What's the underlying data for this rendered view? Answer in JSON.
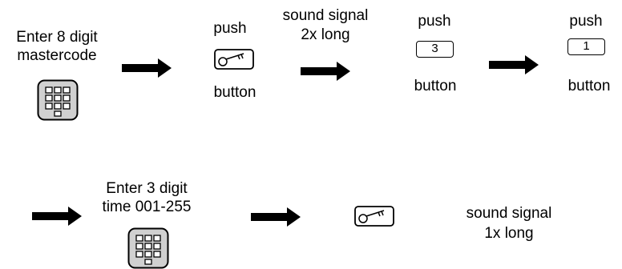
{
  "colors": {
    "ink": "#000000",
    "keypad_fill": "#d0d0d0",
    "key_fill": "#ffffff"
  },
  "row1": {
    "step1": {
      "line1": "Enter 8 digit",
      "line2": "mastercode",
      "icon": "keypad-icon"
    },
    "step2": {
      "line1": "push",
      "line2": "button",
      "icon": "key-icon"
    },
    "step3": {
      "line1": "sound signal",
      "line2": "2x long"
    },
    "step4": {
      "line1": "push",
      "key_label": "3",
      "line2": "button"
    },
    "step5": {
      "line1": "push",
      "key_label": "1",
      "line2": "button"
    }
  },
  "row2": {
    "step1": {
      "line1": "Enter 3 digit",
      "line2": "time 001-255",
      "icon": "keypad-icon"
    },
    "step2": {
      "icon": "key-icon"
    },
    "step3": {
      "line1": "sound signal",
      "line2": "1x long"
    }
  }
}
